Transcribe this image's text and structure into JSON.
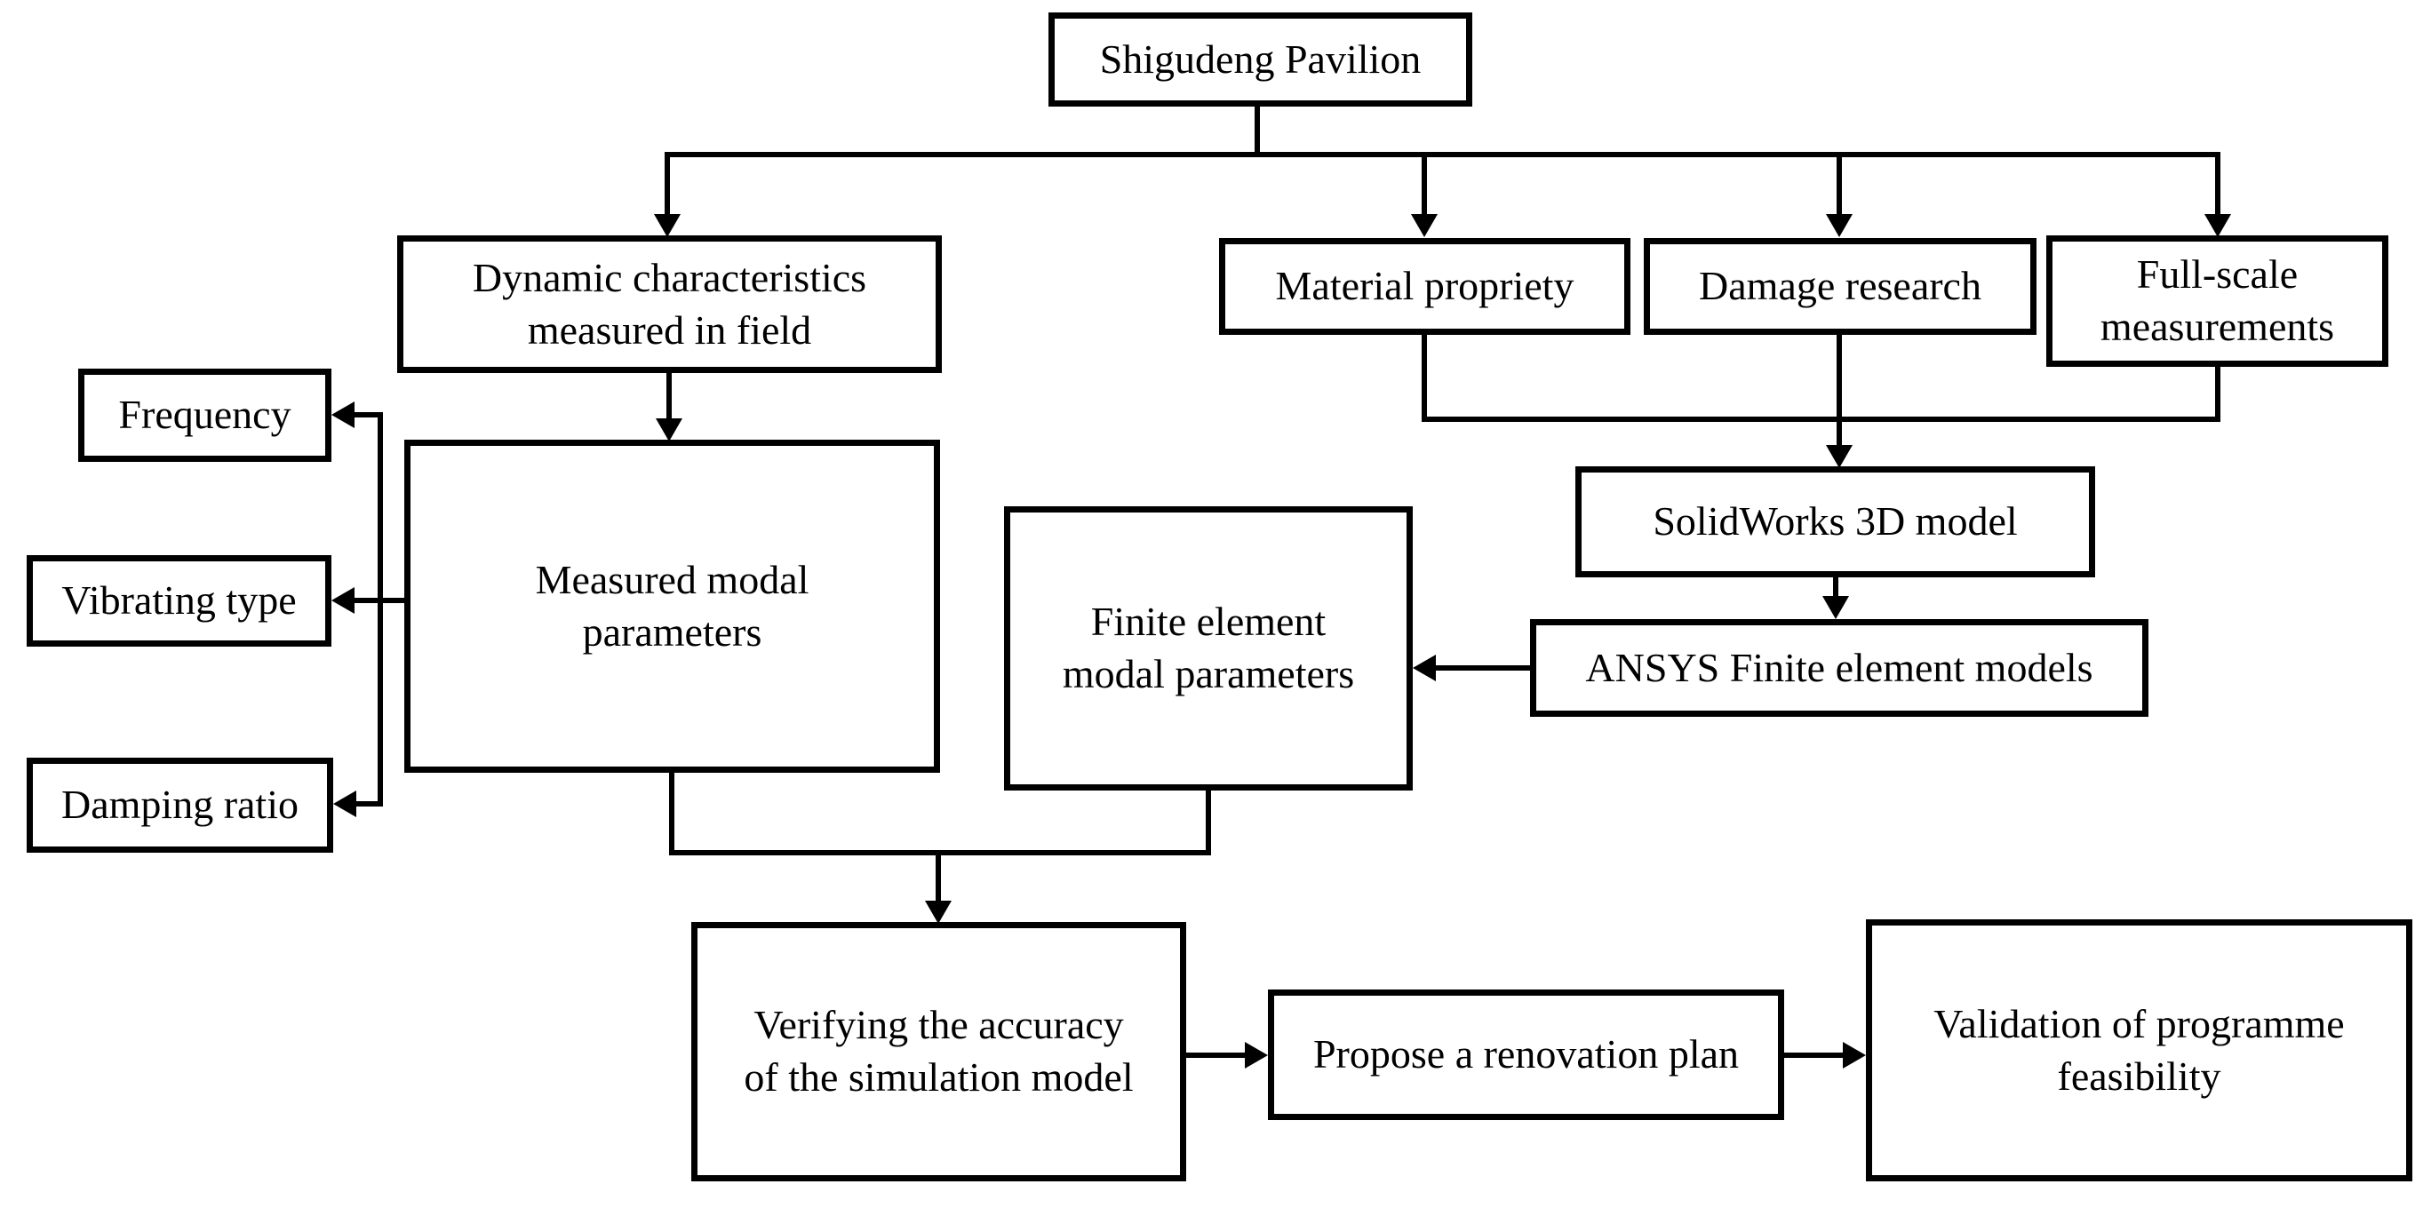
{
  "diagram_title": "Shigudeng Pavilion research flowchart",
  "colors": {
    "line": "#000000",
    "box_background": "#ffffff",
    "text": "#000000"
  },
  "nodes": {
    "shigudeng": {
      "label": "Shigudeng Pavilion"
    },
    "dynamic": {
      "label": "Dynamic characteristics\nmeasured in field"
    },
    "material": {
      "label": "Material propriety"
    },
    "damage": {
      "label": "Damage research"
    },
    "fullscale": {
      "label": "Full-scale\nmeasurements"
    },
    "frequency": {
      "label": "Frequency"
    },
    "vibrating": {
      "label": "Vibrating type"
    },
    "damping": {
      "label": "Damping ratio"
    },
    "measured": {
      "label": "Measured modal\nparameters"
    },
    "finite": {
      "label": "Finite element\nmodal parameters"
    },
    "solidworks": {
      "label": "SolidWorks 3D model"
    },
    "ansys": {
      "label": "ANSYS Finite element models"
    },
    "verifying": {
      "label": "Verifying the accuracy\nof the simulation model"
    },
    "propose": {
      "label": "Propose a renovation plan"
    },
    "validation": {
      "label": "Validation of programme\nfeasibility"
    }
  }
}
